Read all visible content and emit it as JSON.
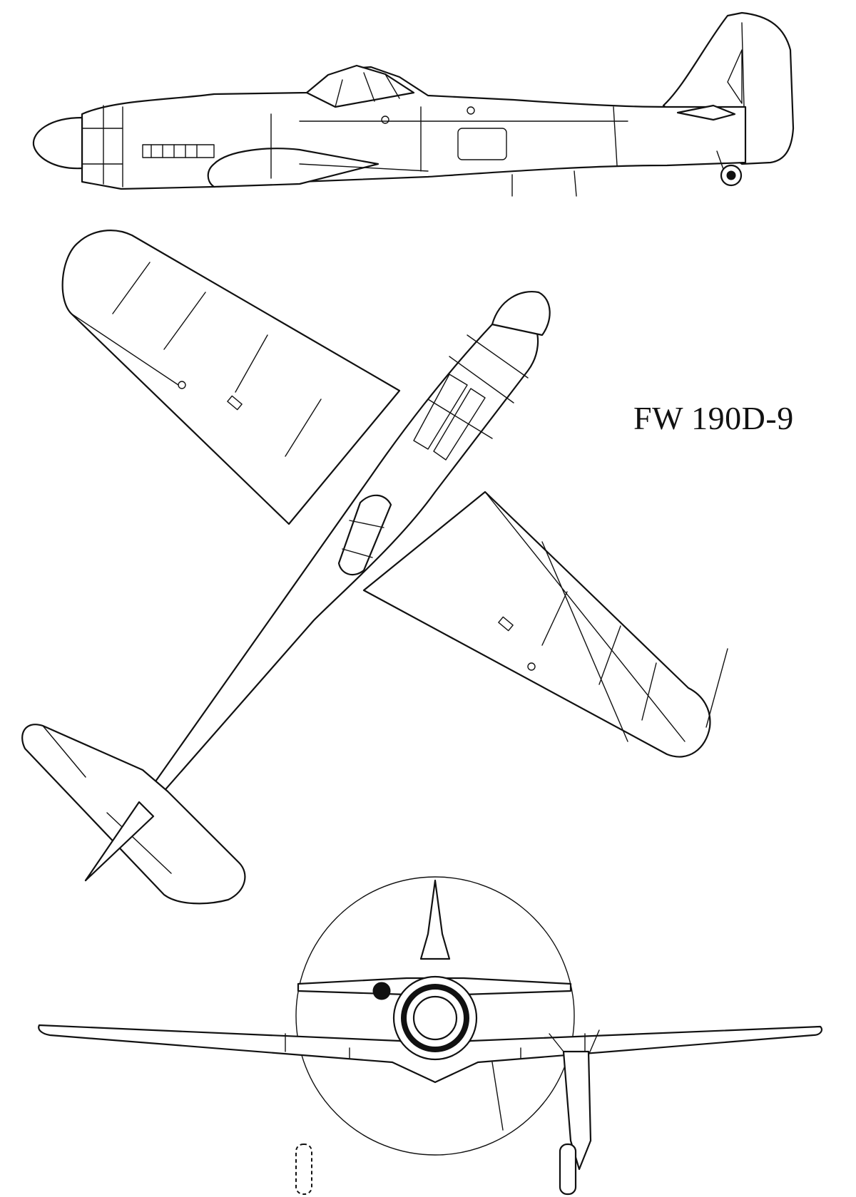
{
  "title": "FW 190D-9",
  "views": [
    {
      "name": "side-view"
    },
    {
      "name": "top-view"
    },
    {
      "name": "front-view"
    }
  ],
  "colors": {
    "ink": "#111111",
    "paper": "#ffffff"
  }
}
